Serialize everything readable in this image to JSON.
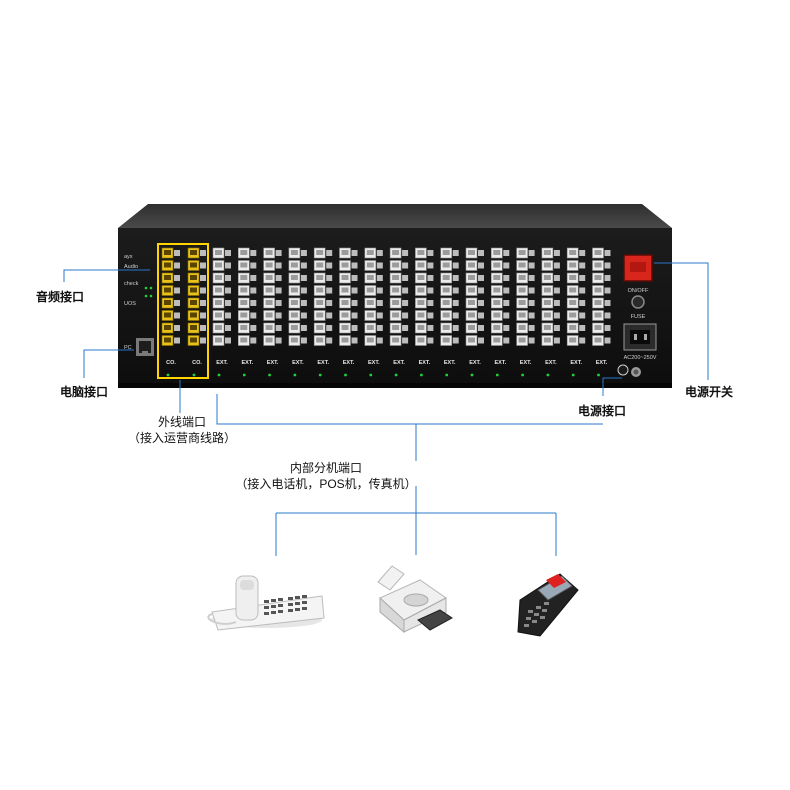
{
  "callouts": {
    "audio_port": "音频接口",
    "pc_port": "电脑接口",
    "power_switch": "电源开关",
    "power_port": "电源接口",
    "trunk_ports_line1": "外线端口",
    "trunk_ports_line2": "（接入运营商线路）",
    "extension_ports_line1": "内部分机端口",
    "extension_ports_line2": "（接入电话机，POS机，传真机）"
  },
  "panel": {
    "left_labels": [
      "ayx",
      "Audio",
      "check",
      "UOS"
    ],
    "pc_label": "PC",
    "co_label": "CO.",
    "ext_label": "EXT.",
    "switch_on_off": "ON/OFF",
    "fuse": "FUSE",
    "ac_rating": "AC200~250V"
  },
  "devices": [
    "telephone-icon",
    "fax-printer-icon",
    "pos-terminal-icon"
  ],
  "colors": {
    "chassis": "#161616",
    "chassis_top": "#3a3a3a",
    "trunk_port": "#e8c21a",
    "highlight_box": "#ffd400",
    "line": "#2a78c8",
    "power_switch": "#d8261c",
    "led": "#1fd33a"
  }
}
